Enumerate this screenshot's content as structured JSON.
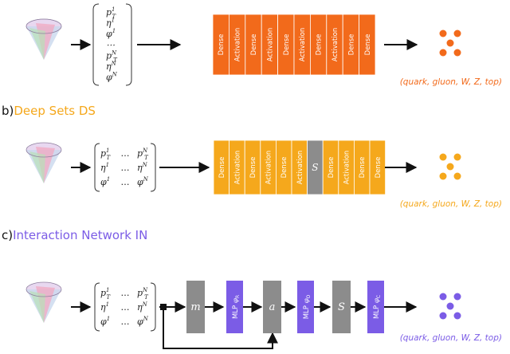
{
  "colors": {
    "mlp_orange": "#f26a1b",
    "ds_yellow": "#f5a81c",
    "in_purple": "#7b5ce6",
    "gray_block": "#8c8c8c",
    "arrow": "#111111"
  },
  "sections": {
    "b": {
      "letter": "b)",
      "title": "Deep Sets DS"
    },
    "c": {
      "letter": "c)",
      "title": "Interaction Network IN"
    }
  },
  "input_vector": {
    "rows": [
      "p",
      "η",
      "φ",
      "⋯",
      "p",
      "η",
      "φ"
    ],
    "sup": [
      "1",
      "1",
      "1",
      "",
      "N",
      "N",
      "N"
    ],
    "sub_T": [
      true,
      false,
      false,
      false,
      true,
      false,
      false
    ]
  },
  "input_matrix": {
    "left": [
      "p",
      "η",
      "φ"
    ],
    "right": [
      "p",
      "η",
      "φ"
    ],
    "left_sup": [
      "1",
      "1",
      "1"
    ],
    "right_sup": [
      "N",
      "N",
      "N"
    ],
    "dots": "…"
  },
  "mlp_layers": [
    "Dense",
    "Activation",
    "Dense",
    "Activation",
    "Dense",
    "Activation",
    "Dense",
    "Activation",
    "Dense",
    "Dense"
  ],
  "ds_layers": [
    "Dense",
    "Activation",
    "Dense",
    "Activation",
    "Dense",
    "Activation",
    "S",
    "Dense",
    "Activation",
    "Dense",
    "Dense"
  ],
  "in_blocks": {
    "m": "m",
    "a": "a",
    "s": "S",
    "mlp_prefix": "MLP",
    "phi": "φ",
    "sub_r": "R",
    "sub_o": "O",
    "sub_c": "C"
  },
  "outputs": {
    "mlp": "(quark, gluon, W, Z, top)",
    "ds": "(quark, gluon, W, Z, top)",
    "in": "(quark, gluon, W, Z, top)"
  }
}
